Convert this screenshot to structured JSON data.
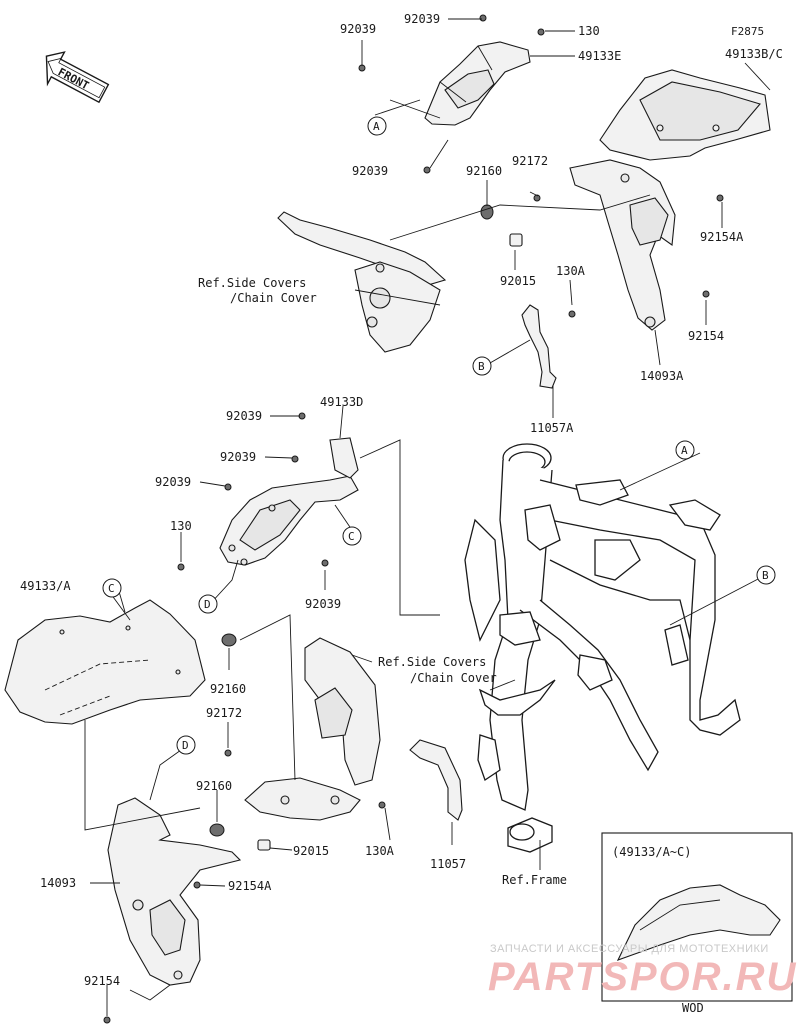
{
  "figure_code": "F2875",
  "front_label": "FRONT",
  "callouts": [
    "A",
    "B",
    "C",
    "D"
  ],
  "parts": {
    "p92039_a": "92039",
    "p92039_b": "92039",
    "p130": "130",
    "p49133E": "49133E",
    "p49133BC": "49133B/C",
    "p92039_c": "92039",
    "p92160_a": "92160",
    "p92172_a": "92172",
    "p92154A_a": "92154A",
    "p92015_a": "92015",
    "p130A_a": "130A",
    "p92154_a": "92154",
    "p14093A": "14093A",
    "p11057A": "11057A",
    "p92039_d": "92039",
    "p49133D": "49133D",
    "p92039_e": "92039",
    "p92039_f": "92039",
    "p130_b": "130",
    "p92039_g": "92039",
    "p49133A": "49133/A",
    "p92160_b": "92160",
    "p92172_b": "92172",
    "p92160_c": "92160",
    "p92015_b": "92015",
    "p14093": "14093",
    "p92154A_b": "92154A",
    "p92154_b": "92154",
    "p130A_b": "130A",
    "p11057": "11057"
  },
  "refs": {
    "side_covers_1": "Ref.Side Covers",
    "chain_cover_1": "/Chain Cover",
    "side_covers_2": "Ref.Side Covers",
    "chain_cover_2": "/Chain Cover",
    "frame": "Ref.Frame"
  },
  "inset": {
    "title": "(49133/A~C)",
    "caption": "WOD"
  },
  "watermark": {
    "line1": "ЗАПЧАСТИ И АКСЕССУАРЫ ДЛЯ МОТОТЕХНИКИ",
    "line2": "PARTSPOR.RU"
  }
}
